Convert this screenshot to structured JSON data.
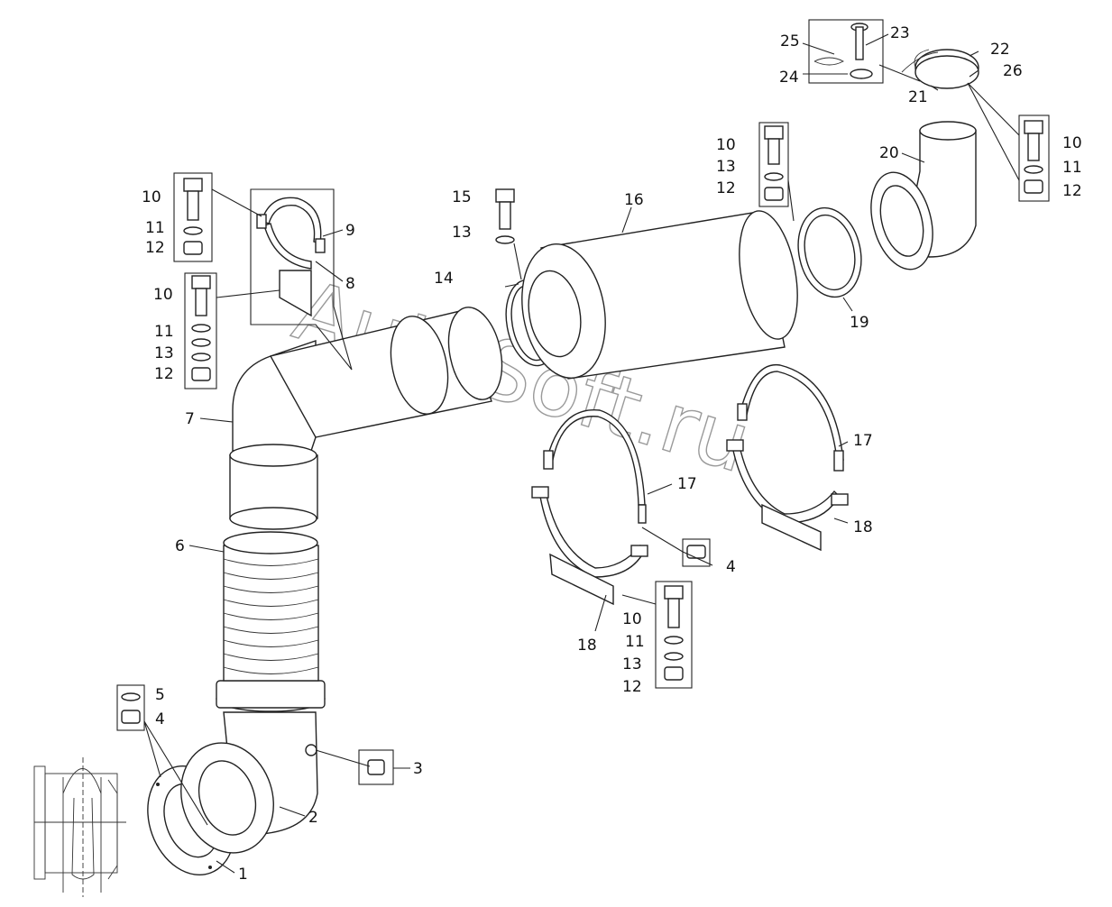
{
  "watermark": "AutoSoft.ru",
  "callouts": {
    "c1": "1",
    "c2": "2",
    "c3": "3",
    "c4a": "4",
    "c4b": "4",
    "c5": "5",
    "c6": "6",
    "c7": "7",
    "c8": "8",
    "c9": "9",
    "c10a": "10",
    "c10b": "10",
    "c10c": "10",
    "c10d": "10",
    "c10e": "10",
    "c11a": "11",
    "c11b": "11",
    "c11c": "11",
    "c11d": "11",
    "c12a": "12",
    "c12b": "12",
    "c12c": "12",
    "c12d": "12",
    "c12e": "12",
    "c13a": "13",
    "c13b": "13",
    "c13c": "13",
    "c13d": "13",
    "c14": "14",
    "c15": "15",
    "c16": "16",
    "c17a": "17",
    "c17b": "17",
    "c18a": "18",
    "c18b": "18",
    "c19": "19",
    "c20": "20",
    "c21": "21",
    "c22": "22",
    "c23": "23",
    "c24": "24",
    "c25": "25",
    "c26": "26"
  }
}
